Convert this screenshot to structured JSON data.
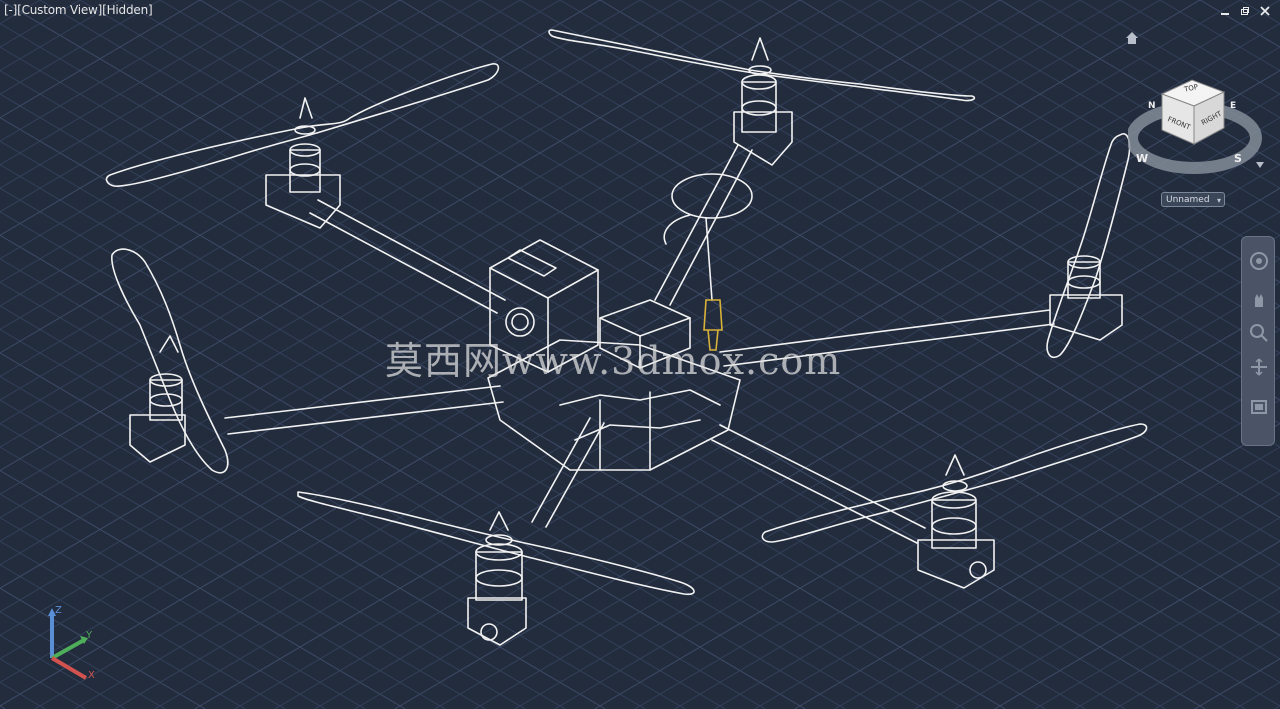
{
  "viewport": {
    "label": "[-][Custom View][Hidden]",
    "background": "#222c3d",
    "grid_color": "#33405a",
    "grid_major_color": "#3e4b67",
    "wire_color": "#f2f2f2",
    "highlight_color": "#d9b23a"
  },
  "window_controls": {
    "minimize_icon": "minimize-icon",
    "restore_icon": "restore-icon",
    "close_icon": "close-icon"
  },
  "viewcube": {
    "top": "TOP",
    "front": "FRONT",
    "right": "RIGHT",
    "compass_w": "W",
    "compass_s": "S",
    "compass_n": "N",
    "compass_e": "E"
  },
  "named_view": {
    "value": "Unnamed"
  },
  "ucs": {
    "x": "X",
    "y": "Y",
    "z": "Z"
  },
  "watermark": "莫西网www.3dmox.com"
}
